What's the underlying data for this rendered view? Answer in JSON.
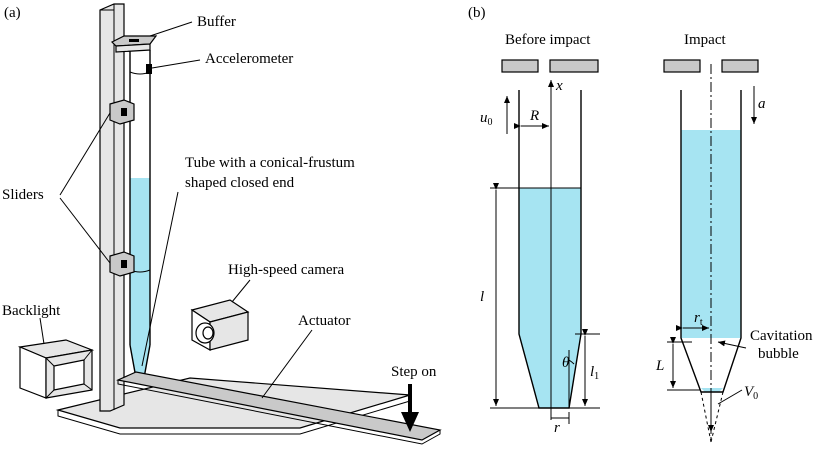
{
  "panels": {
    "a": {
      "label": "(a)"
    },
    "b": {
      "label": "(b)"
    }
  },
  "setup_labels": {
    "buffer": "Buffer",
    "accelerometer": "Accelerometer",
    "tube_line1": "Tube with a conical-frustum",
    "tube_line2": "shaped closed end",
    "sliders": "Sliders",
    "camera": "High-speed camera",
    "actuator": "Actuator",
    "backlight": "Backlight",
    "step_on": "Step on"
  },
  "tube_labels": {
    "before_title": "Before impact",
    "impact_title": "Impact",
    "x": "x",
    "u0_base": "u",
    "u0_sub": "0",
    "R": "R",
    "l": "l",
    "l1_base": "l",
    "l1_sub": "1",
    "theta": "θ",
    "r": "r",
    "a": "a",
    "rt_base": "r",
    "rt_sub": "t",
    "L": "L",
    "V0_base": "V",
    "V0_sub": "0",
    "cavitation_line1": "Cavitation",
    "cavitation_line2": "bubble"
  },
  "colors": {
    "water": "#a6e4f2",
    "metal": "#c9c9c9"
  }
}
